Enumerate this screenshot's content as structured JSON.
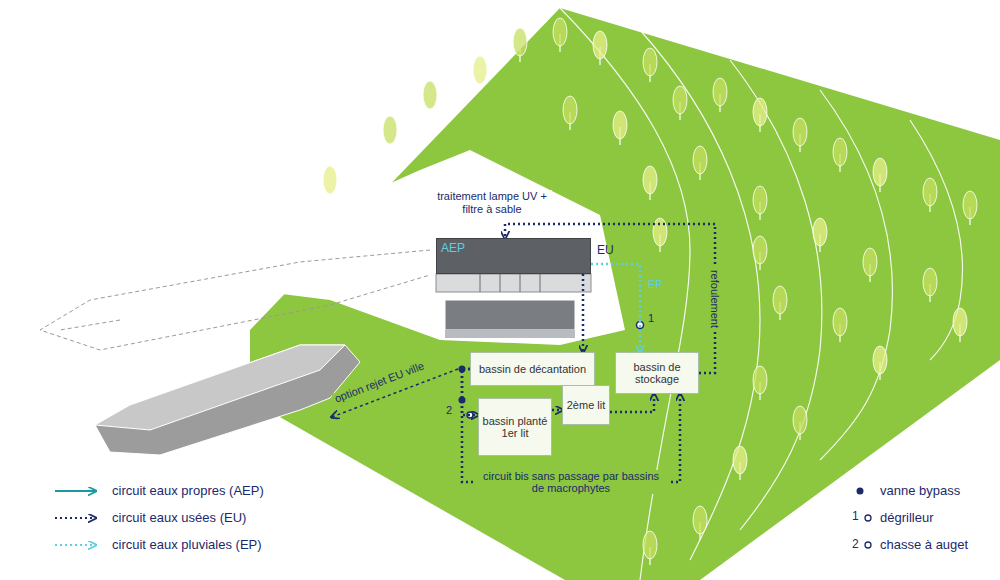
{
  "diagram": {
    "nodes": [
      {
        "text": [
          "AEP",
          "EU"
        ]
      },
      {
        "text": [
          "bassin de décantation"
        ]
      },
      {
        "text": [
          "bassin planté 1er lit"
        ]
      },
      {
        "text": [
          "2ème lit"
        ]
      },
      {
        "text": [
          "bassin de stockage"
        ]
      }
    ],
    "edges": [
      {
        "from": 0,
        "to": 1,
        "arrow": "to"
      },
      {
        "from": 1,
        "to": 2,
        "arrow": "to"
      },
      {
        "from": 2,
        "to": 3,
        "arrow": "to"
      },
      {
        "from": 3,
        "to": 4,
        "arrow": "to"
      },
      {
        "from": 4,
        "to": 0,
        "label": "refoulement",
        "arrow": "to"
      },
      {
        "from": 1,
        "to": 4,
        "label": "circuit bis sans passage par bassins de macrophytes",
        "arrow": "to"
      },
      {
        "from": 0,
        "to": 4,
        "arrow": "to"
      }
    ],
    "labels": [
      "traitement lampe UV + filtre à sable",
      "EP",
      "option rejet EU ville",
      "1",
      "2",
      "1",
      "2"
    ],
    "legend": [
      {
        "text": "circuit eaux propres (AEP)"
      },
      {
        "text": "circuit eaux usées (EU)"
      },
      {
        "text": "circuit eaux pluviales (EP)"
      },
      {
        "text": "vanne bypass"
      },
      {
        "text": "dégrilleur"
      },
      {
        "text": "chasse à auget"
      }
    ]
  }
}
